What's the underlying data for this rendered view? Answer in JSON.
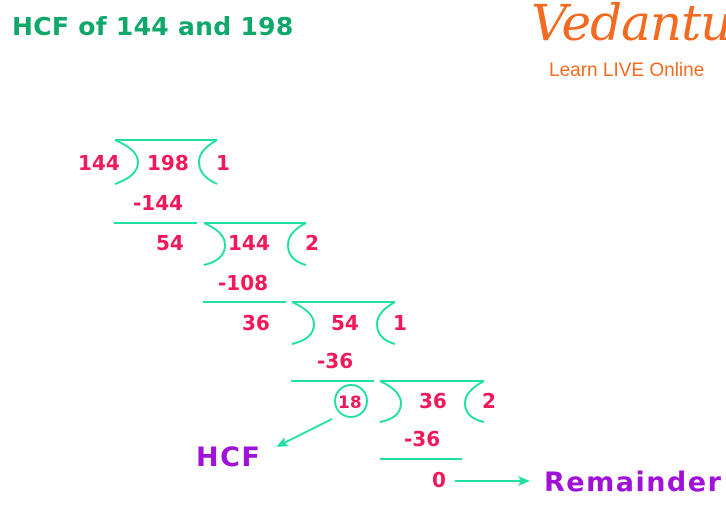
{
  "title": "HCF of 144 and 198",
  "logo": {
    "brand": "Vedantu",
    "tagline": "Learn LIVE Online"
  },
  "colors": {
    "title": "#0fa86a",
    "numbers": "#f0195a",
    "lines": "#1fe0a0",
    "labels": "#a012d8",
    "brand": "#f26b21"
  },
  "steps": [
    {
      "divisor": "144",
      "dividend": "198",
      "quotient": "1",
      "subtract": "-144",
      "remainder": "54"
    },
    {
      "divisor": "54",
      "dividend": "144",
      "quotient": "2",
      "subtract": "-108",
      "remainder": "36"
    },
    {
      "divisor": "36",
      "dividend": "54",
      "quotient": "1",
      "subtract": "-36",
      "remainder": "18"
    },
    {
      "divisor": "18",
      "dividend": "36",
      "quotient": "2",
      "subtract": "-36",
      "remainder": "0"
    }
  ],
  "annotations": {
    "hcf_label": "HCF",
    "remainder_label": "Remainder"
  }
}
